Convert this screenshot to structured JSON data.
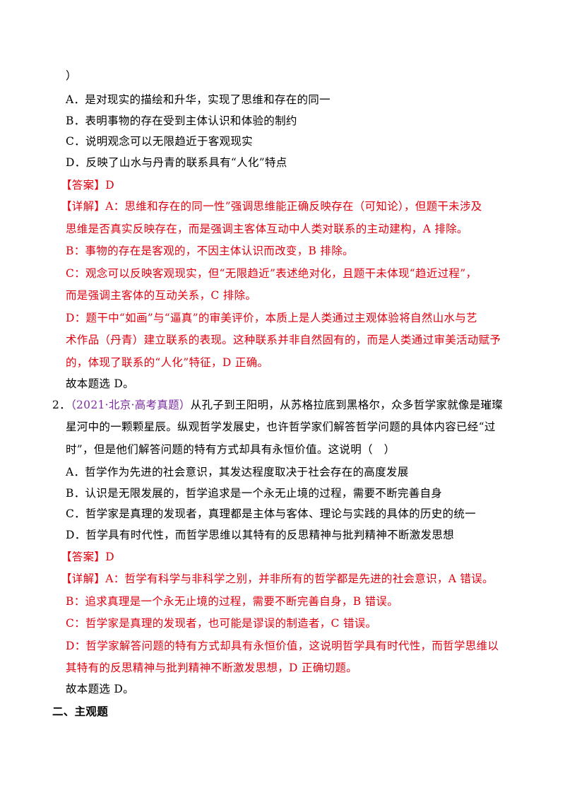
{
  "colors": {
    "answer": "#e0000f",
    "source": "#7a2aa0",
    "text": "#000000"
  },
  "q1": {
    "stem_tail": "）",
    "options": [
      "A．是对现实的描绘和升华，实现了思维和存在的同一",
      "B．表明事物的存在受到主体认识和体验的制约",
      "C．说明观念可以无限趋近于客观现实",
      "D．反映了山水与丹青的联系具有“人化”特点"
    ],
    "answer": "【答案】D",
    "explanation": [
      "【详解】A：思维和存在的同一性”强调思维能正确反映存在（可知论），但题干未涉及",
      "思维是否真实反映存在，而是强调主客体互动中人类对联系的主动建构，A 排除。",
      "B：事物的存在是客观的，不因主体认识而改变，B 排除。",
      "C：观念可以反映客观现实，但“无限趋近”表述绝对化，且题干未体现“趋近过程”，",
      "而是强调主客体的互动关系，C 排除。",
      "D：题干中“如画”与“逼真”的审美评价，本质上是人类通过主观体验将自然山水与艺",
      "术作品（丹青）建立联系的表现。这种联系并非自然固有的，而是人类通过审美活动赋予",
      "的，体现了联系的“人化”特征，D 正确。"
    ],
    "conclusion": "故本题选 D。"
  },
  "q2": {
    "number": "2．",
    "source": "（2021·北京·高考真题）",
    "stem": [
      "从孔子到王阳明，从苏格拉底到黑格尔，众多哲学家就像是璀璨",
      "星河中的一颗颗星辰。纵观哲学发展史，也许哲学家们解答哲学问题的具体内容已经“过",
      "时”，但是他们解答问题的特有方式却具有永恒价值。这说明（　）"
    ],
    "options": [
      "A．哲学作为先进的社会意识，其发达程度取决于社会存在的高度发展",
      "B．认识是无限发展的，哲学追求是一个永无止境的过程，需要不断完善自身",
      "C．哲学家是真理的发现者，真理都是主体与客体、理论与实践的具体的历史的统一",
      "D．哲学具有时代性，而哲学思维以其特有的反思精神与批判精神不断激发思想"
    ],
    "answer": "【答案】D",
    "explanation": [
      "【详解】A：哲学有科学与非科学之别，并非所有的哲学都是先进的社会意识，A 错误。",
      "B：追求真理是一个永无止境的过程，需要不断完善自身，B 错误。",
      "C：哲学家是真理的发现者，也可能是谬误的制造者，C 错误。",
      "D：哲学家解答问题的特有方式却具有永恒价值，这说明哲学具有时代性，而哲学思维以",
      "其特有的反思精神与批判精神不断激发思想，D 正确切题。"
    ],
    "conclusion": "故本题选 D。"
  },
  "section2": {
    "title": "二、主观题"
  }
}
